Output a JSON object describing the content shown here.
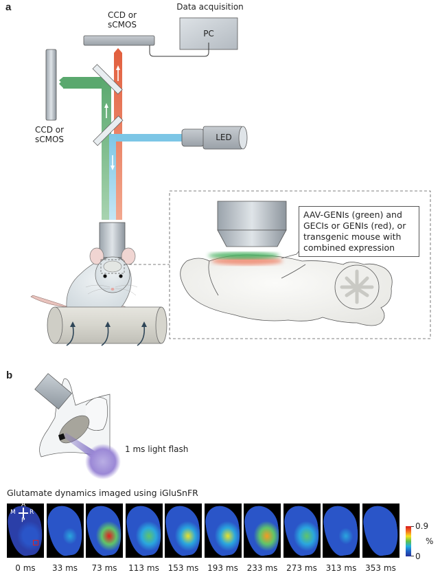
{
  "panel_a": {
    "label": "a",
    "data_acquisition_label": "Data acquisition",
    "pc_label": "PC",
    "top_camera_label_line1": "CCD or",
    "top_camera_label_line2": "sCMOS",
    "side_camera_label_line1": "CCD or",
    "side_camera_label_line2": "sCMOS",
    "led_label": "LED",
    "callout_text": "AAV-GENIs (green) and GECIs or GENIs (red), or transgenic mouse with combined expression",
    "colors": {
      "green_beam": "#5aa86e",
      "red_beam": "#e2603f",
      "blue_beam": "#7cc6e6",
      "green_expression": "#3fae5a",
      "red_expression": "#ef7b5e"
    }
  },
  "panel_b": {
    "label": "b",
    "flash_label": "1 ms light flash",
    "flash_color": "#9b88d6",
    "imaging_title": "Glutamate dynamics imaged using iGluSnFR",
    "orientation": {
      "anterior": "A",
      "posterior": "P",
      "medial": "M",
      "rostral": "R"
    },
    "frames": [
      {
        "time": "0 ms",
        "intensity": 0.0
      },
      {
        "time": "33 ms",
        "intensity": 0.25
      },
      {
        "time": "73 ms",
        "intensity": 0.9
      },
      {
        "time": "113 ms",
        "intensity": 0.55
      },
      {
        "time": "153 ms",
        "intensity": 0.6
      },
      {
        "time": "193 ms",
        "intensity": 0.6
      },
      {
        "time": "233 ms",
        "intensity": 0.85
      },
      {
        "time": "273 ms",
        "intensity": 0.55
      },
      {
        "time": "313 ms",
        "intensity": 0.3
      },
      {
        "time": "353 ms",
        "intensity": 0.05
      }
    ],
    "colorbar": {
      "max_label": "0.9",
      "min_label": "0",
      "unit": "%"
    }
  }
}
